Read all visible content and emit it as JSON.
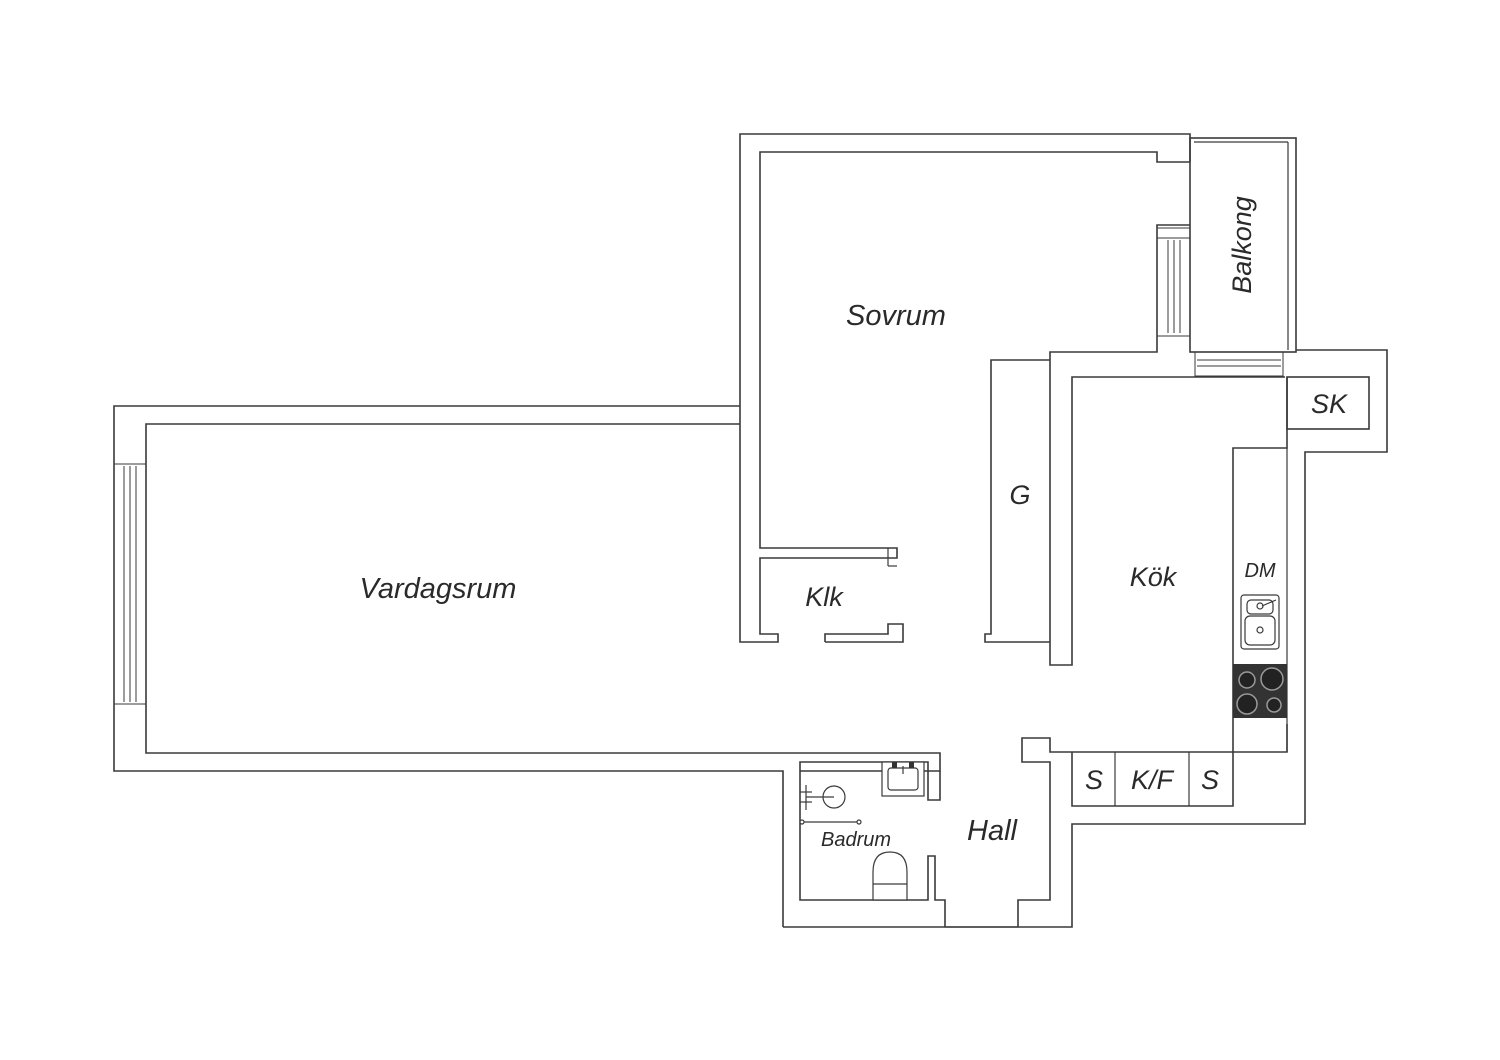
{
  "floorplan": {
    "rooms": {
      "vardagsrum": "Vardagsrum",
      "sovrum": "Sovrum",
      "balkong": "Balkong",
      "klk": "Klk",
      "g": "G",
      "kok": "Kök",
      "sk": "SK",
      "dm": "DM",
      "s1": "S",
      "kf": "K/F",
      "s2": "S",
      "badrum": "Badrum",
      "hall": "Hall"
    }
  },
  "colors": {
    "line": "#3a3a3a",
    "text": "#2a2a2a",
    "background": "#ffffff",
    "stove": "#333333"
  }
}
